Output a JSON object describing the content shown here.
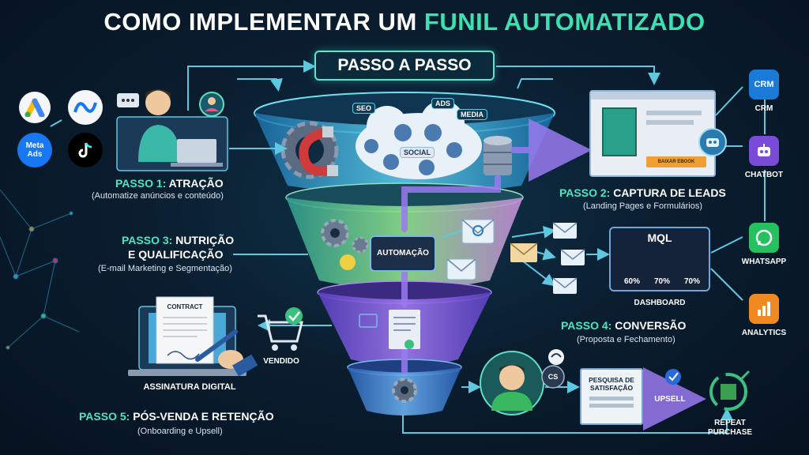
{
  "title": {
    "main": "COMO IMPLEMENTAR UM ",
    "accent": "FUNIL AUTOMATIZADO"
  },
  "passo_header": "PASSO A PASSO",
  "steps": [
    {
      "num": "PASSO 1:",
      "name": " ATRAÇÃO",
      "sub": "(Automatize anúncios e conteúdo)"
    },
    {
      "num": "PASSO 2:",
      "name": " CAPTURA DE LEADS",
      "sub": "(Landing Pages e Formulários)"
    },
    {
      "num": "PASSO 3:",
      "name": " NUTRIÇÃO",
      "name2": "E QUALIFICAÇÃO",
      "sub": "(E-mail Marketing e Segmentação)"
    },
    {
      "num": "PASSO 4:",
      "name": " CONVERSÃO",
      "sub": "(Proposta e Fechamento)"
    },
    {
      "num": "PASSO 5:",
      "name": " PÓS-VENDA E RETENÇÃO",
      "sub": "(Onboarding e Upsell)"
    }
  ],
  "ad_platforms": {
    "meta_ads": "Meta Ads"
  },
  "cloud_tags": {
    "seo": "SEO",
    "ads": "ADS",
    "media": "MEDIA",
    "social": "SOCIAL"
  },
  "automation_label": "AUTOMAÇÃO",
  "landing": {
    "button": "BAIXAR EBOOK"
  },
  "integrations": {
    "crm_badge": "CRM",
    "crm": "CRM",
    "chatbot": "CHATBOT",
    "whatsapp": "WHATSAPP",
    "analytics": "ANALYTICS"
  },
  "dashboard": {
    "title": "MQL",
    "gauges": [
      "60%",
      "70%",
      "70%"
    ],
    "label": "DASHBOARD"
  },
  "contract": {
    "doc": "CONTRACT",
    "label": "ASSINATURA DIGITAL"
  },
  "sold_label": "VENDIDO",
  "support_badge": "CS",
  "survey": {
    "title": "PESQUISA DE SATISFAÇÃO"
  },
  "upsell": "UPSELL",
  "repeat": "REPEAT PURCHASE",
  "colors": {
    "accent": "#3fe0b0",
    "title_green": "#3fe0b0",
    "arrow": "#5fc8e0",
    "funnel_blue": "#3aa0d8",
    "funnel_purple": "#7a5bd8"
  }
}
